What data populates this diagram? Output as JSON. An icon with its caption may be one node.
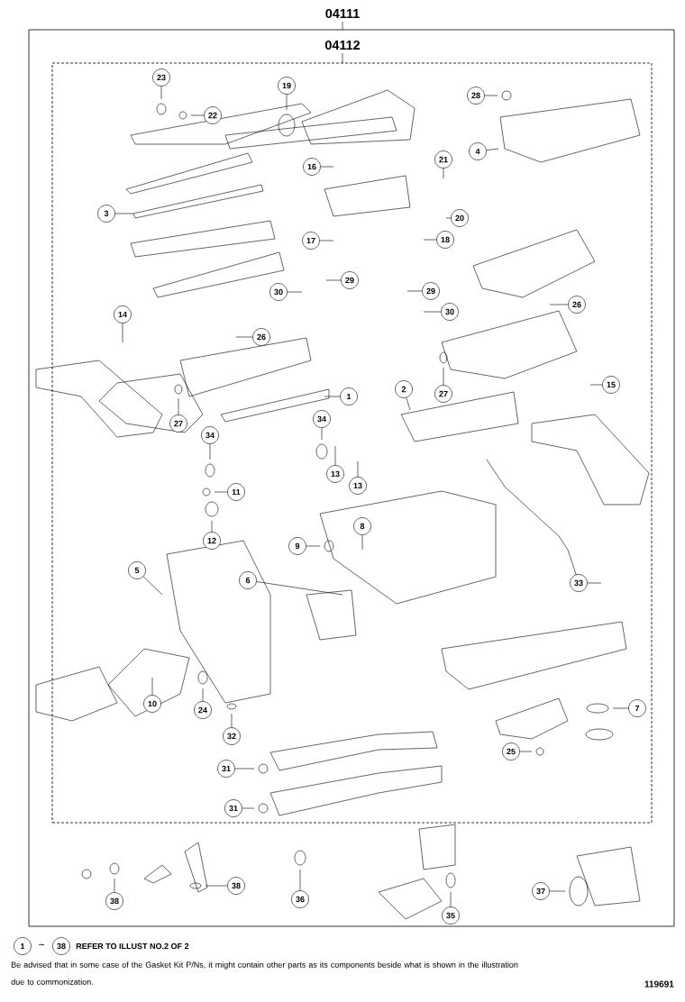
{
  "diagram": {
    "nodes": [
      {
        "text": [
          "04111"
        ]
      },
      {
        "text": [
          "04112"
        ],
        "in": 0
      },
      {
        "text": [
          "23"
        ],
        "in": 1
      },
      {
        "text": [
          "19"
        ],
        "in": 1
      },
      {
        "text": [
          "28"
        ],
        "in": 1
      },
      {
        "text": [
          "22"
        ],
        "in": 1
      },
      {
        "text": [
          "4"
        ],
        "in": 1
      },
      {
        "text": [
          "21"
        ],
        "in": 1
      },
      {
        "text": [
          "16"
        ],
        "in": 1
      },
      {
        "text": [
          "3"
        ],
        "in": 1
      },
      {
        "text": [
          "20"
        ],
        "in": 1
      },
      {
        "text": [
          "17"
        ],
        "in": 1
      },
      {
        "text": [
          "18"
        ],
        "in": 1
      },
      {
        "text": [
          "29"
        ],
        "in": 1
      },
      {
        "text": [
          "30"
        ],
        "in": 1
      },
      {
        "text": [
          "29"
        ],
        "in": 1
      },
      {
        "text": [
          "30"
        ],
        "in": 1
      },
      {
        "text": [
          "26"
        ],
        "in": 1
      },
      {
        "text": [
          "14"
        ],
        "in": 1
      },
      {
        "text": [
          "26"
        ],
        "in": 1
      },
      {
        "text": [
          "2"
        ],
        "in": 1
      },
      {
        "text": [
          "27"
        ],
        "in": 1
      },
      {
        "text": [
          "15"
        ],
        "in": 1
      },
      {
        "text": [
          "1"
        ],
        "in": 1
      },
      {
        "text": [
          "27"
        ],
        "in": 1
      },
      {
        "text": [
          "34"
        ],
        "in": 1
      },
      {
        "text": [
          "34"
        ],
        "in": 1
      },
      {
        "text": [
          "13"
        ],
        "in": 1
      },
      {
        "text": [
          "11"
        ],
        "in": 1
      },
      {
        "text": [
          "13"
        ],
        "in": 1
      },
      {
        "text": [
          "12"
        ],
        "in": 1
      },
      {
        "text": [
          "8"
        ],
        "in": 1
      },
      {
        "text": [
          "9"
        ],
        "in": 1
      },
      {
        "text": [
          "5"
        ],
        "in": 1
      },
      {
        "text": [
          "6"
        ],
        "in": 1
      },
      {
        "text": [
          "33"
        ],
        "in": 1
      },
      {
        "text": [
          "10"
        ],
        "in": 1
      },
      {
        "text": [
          "24"
        ],
        "in": 1
      },
      {
        "text": [
          "7"
        ],
        "in": 1
      },
      {
        "text": [
          "32"
        ],
        "in": 1
      },
      {
        "text": [
          "25"
        ],
        "in": 1
      },
      {
        "text": [
          "31"
        ],
        "in": 1
      },
      {
        "text": [
          "31"
        ],
        "in": 1
      },
      {
        "text": [
          "38"
        ],
        "in": 0
      },
      {
        "text": [
          "38"
        ],
        "in": 0
      },
      {
        "text": [
          "36"
        ],
        "in": 0
      },
      {
        "text": [
          "37"
        ],
        "in": 0
      },
      {
        "text": [
          "35"
        ],
        "in": 0
      }
    ],
    "edges": [
      {
        "from": 2,
        "to": null,
        "arrow": "none"
      },
      {
        "from": 3,
        "to": null,
        "arrow": "none"
      },
      {
        "from": 4,
        "to": null,
        "arrow": "none"
      },
      {
        "from": 5,
        "to": null,
        "arrow": "none"
      },
      {
        "from": 6,
        "to": null,
        "arrow": "none"
      },
      {
        "from": 7,
        "to": null,
        "arrow": "none"
      },
      {
        "from": 8,
        "to": null,
        "arrow": "none"
      },
      {
        "from": 9,
        "to": null,
        "arrow": "none"
      },
      {
        "from": 10,
        "to": null,
        "arrow": "none"
      },
      {
        "from": 11,
        "to": null,
        "arrow": "none"
      },
      {
        "from": 12,
        "to": null,
        "arrow": "none"
      },
      {
        "from": 13,
        "to": null,
        "arrow": "none"
      },
      {
        "from": 14,
        "to": null,
        "arrow": "none"
      },
      {
        "from": 15,
        "to": null,
        "arrow": "none"
      },
      {
        "from": 16,
        "to": null,
        "arrow": "none"
      },
      {
        "from": 17,
        "to": null,
        "arrow": "none"
      },
      {
        "from": 18,
        "to": null,
        "arrow": "none"
      },
      {
        "from": 19,
        "to": null,
        "arrow": "none"
      },
      {
        "from": 20,
        "to": null,
        "arrow": "none"
      },
      {
        "from": 21,
        "to": null,
        "arrow": "none"
      },
      {
        "from": 22,
        "to": null,
        "arrow": "none"
      },
      {
        "from": 23,
        "to": null,
        "arrow": "none"
      },
      {
        "from": 24,
        "to": null,
        "arrow": "none"
      },
      {
        "from": 25,
        "to": null,
        "arrow": "none"
      },
      {
        "from": 26,
        "to": null,
        "arrow": "none"
      },
      {
        "from": 27,
        "to": null,
        "arrow": "none"
      },
      {
        "from": 28,
        "to": null,
        "arrow": "none"
      },
      {
        "from": 29,
        "to": null,
        "arrow": "none"
      },
      {
        "from": 30,
        "to": null,
        "arrow": "none"
      },
      {
        "from": 31,
        "to": null,
        "arrow": "none"
      },
      {
        "from": 32,
        "to": null,
        "arrow": "none"
      },
      {
        "from": 33,
        "to": null,
        "arrow": "none"
      },
      {
        "from": 34,
        "to": null,
        "arrow": "none"
      },
      {
        "from": 35,
        "to": null,
        "arrow": "none"
      },
      {
        "from": 36,
        "to": null,
        "arrow": "none"
      },
      {
        "from": 37,
        "to": null,
        "arrow": "none"
      },
      {
        "from": 38,
        "to": null,
        "arrow": "none"
      },
      {
        "from": 39,
        "to": null,
        "arrow": "none"
      },
      {
        "from": 40,
        "to": null,
        "arrow": "none"
      },
      {
        "from": 41,
        "to": null,
        "arrow": "none"
      },
      {
        "from": 42,
        "to": null,
        "arrow": "none"
      },
      {
        "from": 43,
        "to": null,
        "arrow": "none"
      },
      {
        "from": 44,
        "to": null,
        "arrow": "none"
      },
      {
        "from": 45,
        "to": null,
        "arrow": "none"
      },
      {
        "from": 46,
        "to": null,
        "arrow": "none"
      },
      {
        "from": 47,
        "to": null,
        "arrow": "none"
      }
    ],
    "labels": [
      "1",
      "~",
      "38",
      "REFER TO ILLUST NO.2 OF 2",
      "Be advised that in some case of the Gasket Kit P/Ns,  it might contain other parts as its components beside what is shown in the illustration due to commonization.",
      "119691"
    ]
  }
}
